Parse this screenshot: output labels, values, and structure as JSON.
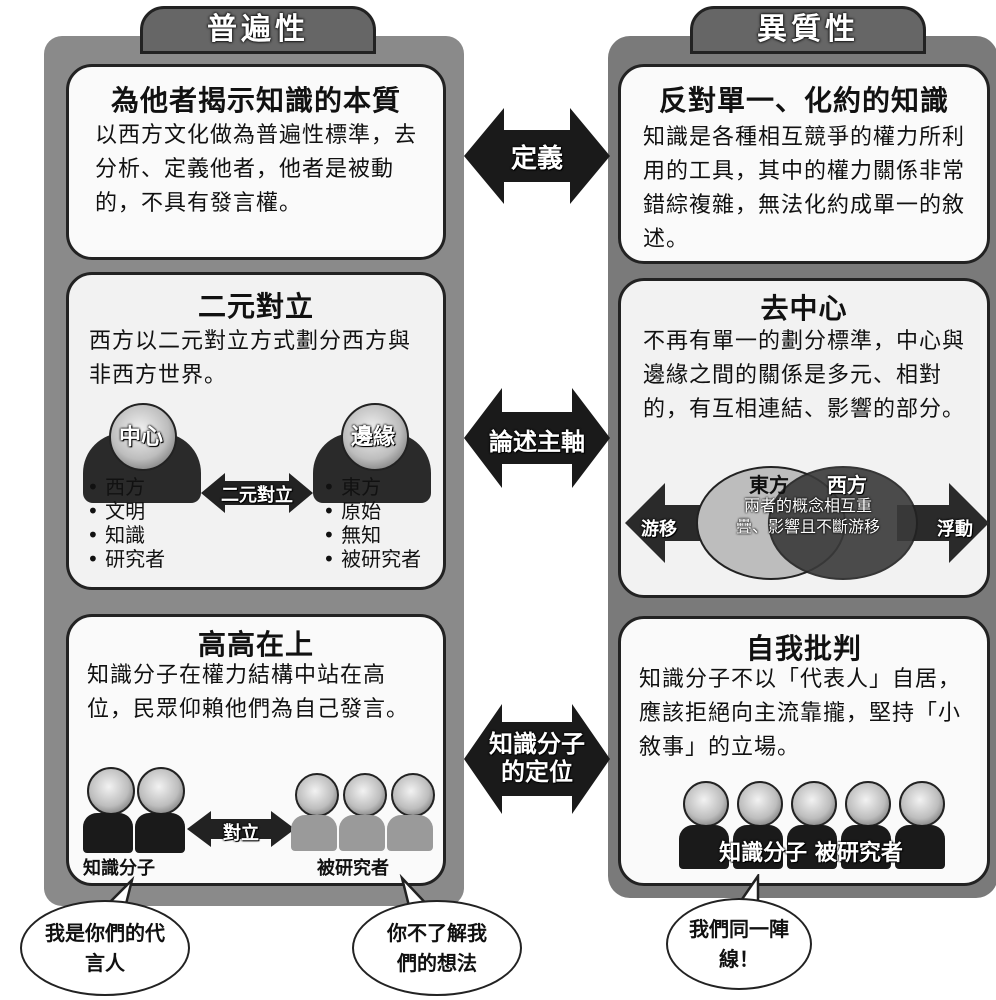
{
  "left_column": {
    "tab_label": "普遍性",
    "panel1": {
      "title": "為他者揭示知識的本質",
      "text": "以西方文化做為普遍性標準，去分析、定義他者，他者是被動的，不具有發言權。"
    },
    "panel2": {
      "title": "二元對立",
      "text": "西方以二元對立方式劃分西方與非西方世界。",
      "center_label": "中心",
      "edge_label": "邊緣",
      "opposition_label": "二元對立",
      "center_items": [
        "西方",
        "文明",
        "知識",
        "研究者"
      ],
      "edge_items": [
        "東方",
        "原始",
        "無知",
        "被研究者"
      ]
    },
    "panel3": {
      "title": "高高在上",
      "text": "知識分子在權力結構中站在高位，民眾仰賴他們為自己發言。",
      "opposition_label": "對立",
      "left_group_label": "知識分子",
      "right_group_label": "被研究者"
    },
    "bubble_left": "我是你們的代言人",
    "bubble_right": "你不了解我們的想法"
  },
  "right_column": {
    "tab_label": "異質性",
    "panel1": {
      "title": "反對單一、化約的知識",
      "text": "知識是各種相互競爭的權力所利用的工具，其中的權力關係非常錯綜複雜，無法化約成單一的敘述。"
    },
    "panel2": {
      "title": "去中心",
      "text": "不再有單一的劃分標準，中心與邊緣之間的關係是多元、相對的，有互相連結、影響的部分。",
      "left_arrow_label": "游移",
      "right_arrow_label": "浮動",
      "circle_left_label": "東方",
      "circle_right_label": "西方",
      "overlap_text": "兩者的概念相互重疊、影響且不斷游移"
    },
    "panel3": {
      "title": "自我批判",
      "text": "知識分子不以「代表人」自居，應該拒絕向主流靠攏，堅持「小敘事」的立場。",
      "group_label": "知識分子 被研究者"
    },
    "bubble": "我們同一陣線！"
  },
  "connectors": {
    "c1": "定義",
    "c2": "論述主軸",
    "c3": "知識分子的定位"
  }
}
